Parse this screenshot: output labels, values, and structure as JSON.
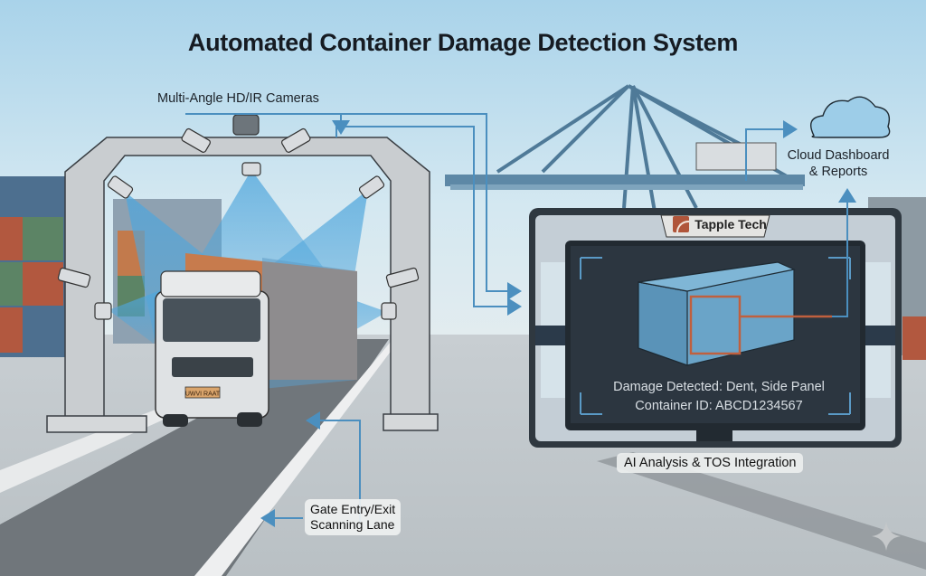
{
  "title": "Automated Container Damage Detection System",
  "labels": {
    "cameras": "Multi-Angle HD/IR Cameras",
    "cloud_line1": "Cloud Dashboard",
    "cloud_line2": "& Reports",
    "ai": "AI Analysis & TOS Integration",
    "gate_line1": "Gate Entry/Exit",
    "gate_line2": "Scanning Lane"
  },
  "monitor": {
    "brand": "Tapple Tech",
    "damage_line": "Damage Detected: Dent, Side Panel",
    "container_line": "Container ID: ABCD1234567"
  },
  "truck": {
    "plate": "UWVI RAAT"
  },
  "icons": {
    "cloud": "cloud-icon",
    "camera": "security-camera-icon",
    "brand_logo": "tapple-tech-logo-icon",
    "watermark": "sparkle-icon"
  },
  "colors": {
    "sky_top": "#a9d3ea",
    "connector": "#4b8fbf",
    "damage_box": "#c0603e",
    "screen_bg": "#2c3640",
    "beam": "#5fb0e0"
  }
}
